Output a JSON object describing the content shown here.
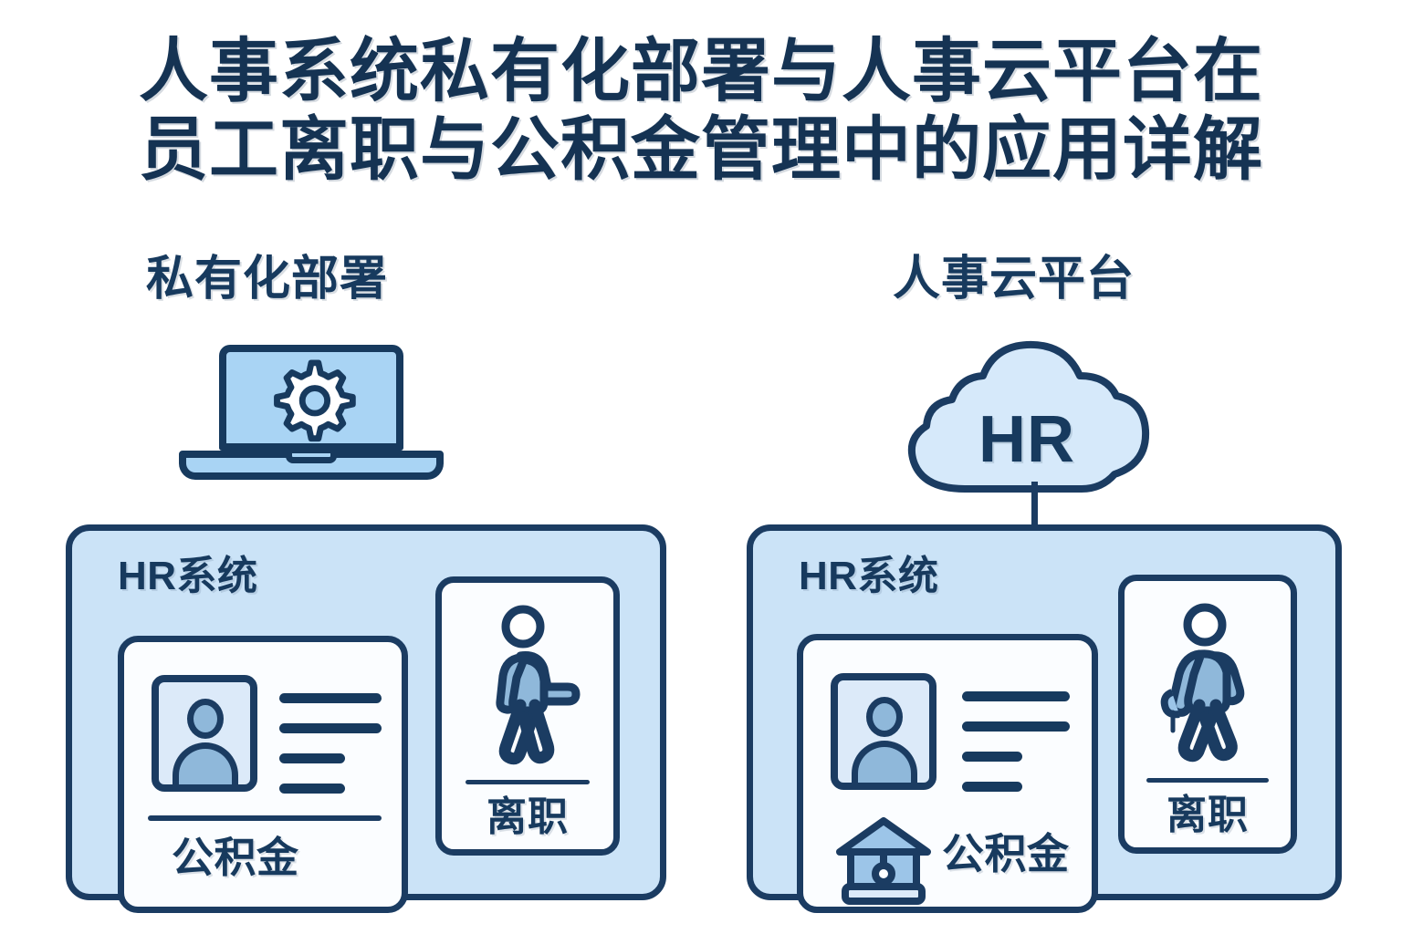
{
  "title": {
    "line1": "人事系统私有化部署与人事云平台在",
    "line2": "员工离职与公积金管理中的应用详解",
    "color": "#153353"
  },
  "theme": {
    "navy": "#173a5e",
    "border_navy": "#1b3c62",
    "panel_fill": "#cbe3f7",
    "card_fill": "#fbfdff",
    "light_blue": "#a9d4f4",
    "steel_blue": "#8fb8da",
    "avatar_box_fill": "#dceaf9",
    "background": "#ffffff"
  },
  "columns": [
    {
      "id": "on-premise",
      "header": "私有化部署",
      "icon": "laptop-gear-icon",
      "panel": {
        "title": "HR系统",
        "idcard": {
          "avatar": "person-avatar-icon",
          "text_lines": 4,
          "label": "公积金",
          "has_divider": true,
          "has_bank_icon": false
        },
        "exitcard": {
          "icon": "walking-person-icon",
          "label": "离职"
        }
      }
    },
    {
      "id": "hr-cloud",
      "header": "人事云平台",
      "icon": "cloud-icon",
      "cloud_label": "HR",
      "panel": {
        "title": "HR系统",
        "idcard": {
          "avatar": "person-avatar-icon",
          "text_lines": 4,
          "label": "公积金",
          "has_divider": false,
          "has_bank_icon": true,
          "bank_icon": "bank-building-icon"
        },
        "exitcard": {
          "icon": "walking-person-icon",
          "label": "离职"
        }
      }
    }
  ]
}
